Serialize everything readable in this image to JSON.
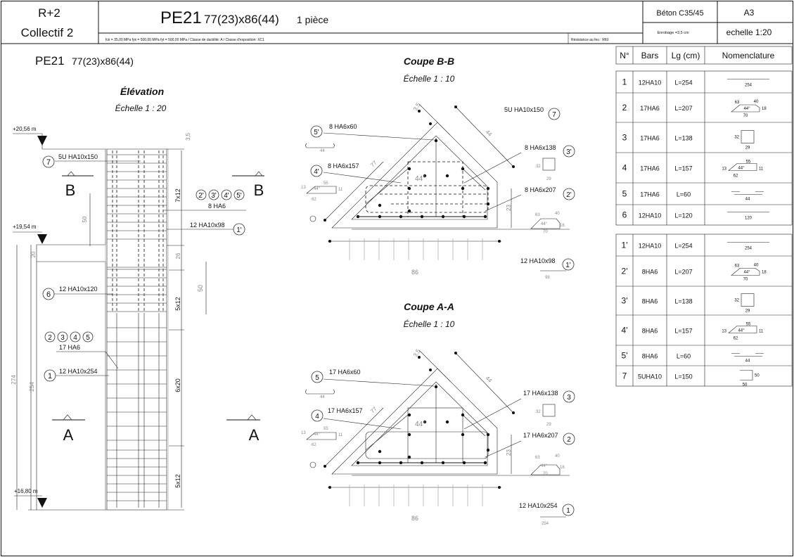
{
  "header": {
    "project_line1": "R+2",
    "project_line2": "Collectif 2",
    "element_code": "PE21",
    "element_dims": "77(23)x86(44)",
    "quantity": "1 pièce",
    "specs": "fck = 35,00 MPa fyk = 500,00 MPa fyt = 500,00 MPa   /   Classe de ductilité: A   /   Classe d'exposition: XC1",
    "fire": "Résistance au feu : R60",
    "concrete": "Béton C35/45",
    "cover": "Enrobage =3,5 cm",
    "sheet": "A3",
    "scale": "echelle 1:20"
  },
  "elevation": {
    "title_code": "PE21",
    "title_dims": "77(23)x86(44)",
    "title": "Élévation",
    "scale": "Échelle 1 : 20",
    "level_top": "+20,56 m",
    "level_mid": "+19,54 m",
    "level_bot": "+16,80 m",
    "cover_top": "3,5",
    "section_b": "B",
    "section_a": "A",
    "dim_50a": "50",
    "dim_50b": "50",
    "dim_20": "20",
    "dim_26": "26",
    "dim_274": "274",
    "dim_254": "254",
    "spacing_1": "7x12",
    "spacing_2": "5x12",
    "spacing_3": "6x20",
    "spacing_4": "5x12",
    "marks": [
      "7",
      "2'",
      "3'",
      "4'",
      "5'",
      "1'",
      "6",
      "2",
      "3",
      "4",
      "5",
      "1"
    ],
    "label_7": "5U HA10x150",
    "label_8ha6": "8 HA6",
    "label_1p": "12 HA10x98",
    "label_6": "12 HA10x120",
    "label_17ha6": "17 HA6",
    "label_1": "12 HA10x254"
  },
  "section_bb": {
    "title": "Coupe B-B",
    "scale": "Échelle 1 : 10",
    "label_5p": "8 HA6x60",
    "label_4p": "8 HA6x157",
    "label_7": "5U HA10x150",
    "label_3p": "8 HA6x138",
    "label_2p": "8 HA6x207",
    "label_1p": "12 HA10x98",
    "mark_5p": "5'",
    "mark_4p": "4'",
    "mark_7": "7",
    "mark_3p": "3'",
    "mark_2p": "2'",
    "mark_1p": "1'",
    "dim_35": "3,5",
    "dim_44": "44",
    "dim_77": "77",
    "dim_23": "23",
    "dim_86": "86",
    "angle": "44°",
    "sk_44": "44",
    "sk_32": "32",
    "sk_29": "29",
    "sk_98": "98",
    "sk_13": "13",
    "sk_55": "55",
    "sk_11": "11",
    "sk_62": "62",
    "sk_63": "63",
    "sk_40": "40",
    "sk_18": "18",
    "sk_70": "70"
  },
  "section_aa": {
    "title": "Coupe A-A",
    "scale": "Échelle 1 : 10",
    "label_5": "17 HA6x60",
    "label_4": "17 HA6x157",
    "label_3": "17 HA6x138",
    "label_2": "17 HA6x207",
    "label_1": "12 HA10x254",
    "mark_5": "5",
    "mark_4": "4",
    "mark_3": "3",
    "mark_2": "2",
    "mark_1": "1",
    "dim_35": "3,5",
    "dim_44": "44",
    "dim_77": "77",
    "dim_23": "23",
    "dim_86": "86",
    "angle": "44°",
    "sk_44": "44",
    "sk_32": "32",
    "sk_29": "29",
    "sk_254": "254",
    "sk_13": "13",
    "sk_55": "55",
    "sk_11": "11",
    "sk_62": "62",
    "sk_63": "63",
    "sk_40": "40",
    "sk_18": "18",
    "sk_70": "70"
  },
  "schedule": {
    "headers": [
      "N°",
      "Bars",
      "Lg (cm)",
      "Nomenclature"
    ],
    "group1": [
      {
        "n": "1",
        "bars": "12HA10",
        "lg": "L=254",
        "shape": "straight",
        "s1": "254"
      },
      {
        "n": "2",
        "bars": "17HA6",
        "lg": "L=207",
        "shape": "triangle",
        "s1": "63",
        "s2": "40",
        "s3": "44°",
        "s4": "18",
        "s5": "70"
      },
      {
        "n": "3",
        "bars": "17HA6",
        "lg": "L=138",
        "shape": "square",
        "s1": "32",
        "s2": "29"
      },
      {
        "n": "4",
        "bars": "17HA6",
        "lg": "L=157",
        "shape": "trapeze",
        "s1": "13",
        "s2": "55",
        "s3": "44°",
        "s4": "11",
        "s5": "62"
      },
      {
        "n": "5",
        "bars": "17HA6",
        "lg": "L=60",
        "shape": "hook",
        "s1": "44"
      },
      {
        "n": "6",
        "bars": "12HA10",
        "lg": "L=120",
        "shape": "straight",
        "s1": "120"
      }
    ],
    "group2": [
      {
        "n": "1'",
        "bars": "12HA10",
        "lg": "L=254",
        "shape": "straight",
        "s1": "254"
      },
      {
        "n": "2'",
        "bars": "8HA6",
        "lg": "L=207",
        "shape": "triangle",
        "s1": "63",
        "s2": "40",
        "s3": "44°",
        "s4": "18",
        "s5": "70"
      },
      {
        "n": "3'",
        "bars": "8HA6",
        "lg": "L=138",
        "shape": "square",
        "s1": "32",
        "s2": "29"
      },
      {
        "n": "4'",
        "bars": "8HA6",
        "lg": "L=157",
        "shape": "trapeze",
        "s1": "13",
        "s2": "55",
        "s3": "44°",
        "s4": "11",
        "s5": "62"
      },
      {
        "n": "5'",
        "bars": "8HA6",
        "lg": "L=60",
        "shape": "hook",
        "s1": "44"
      },
      {
        "n": "7",
        "bars": "5UHA10",
        "lg": "L=150",
        "shape": "ubar",
        "s1": "50",
        "s2": "50"
      }
    ]
  }
}
